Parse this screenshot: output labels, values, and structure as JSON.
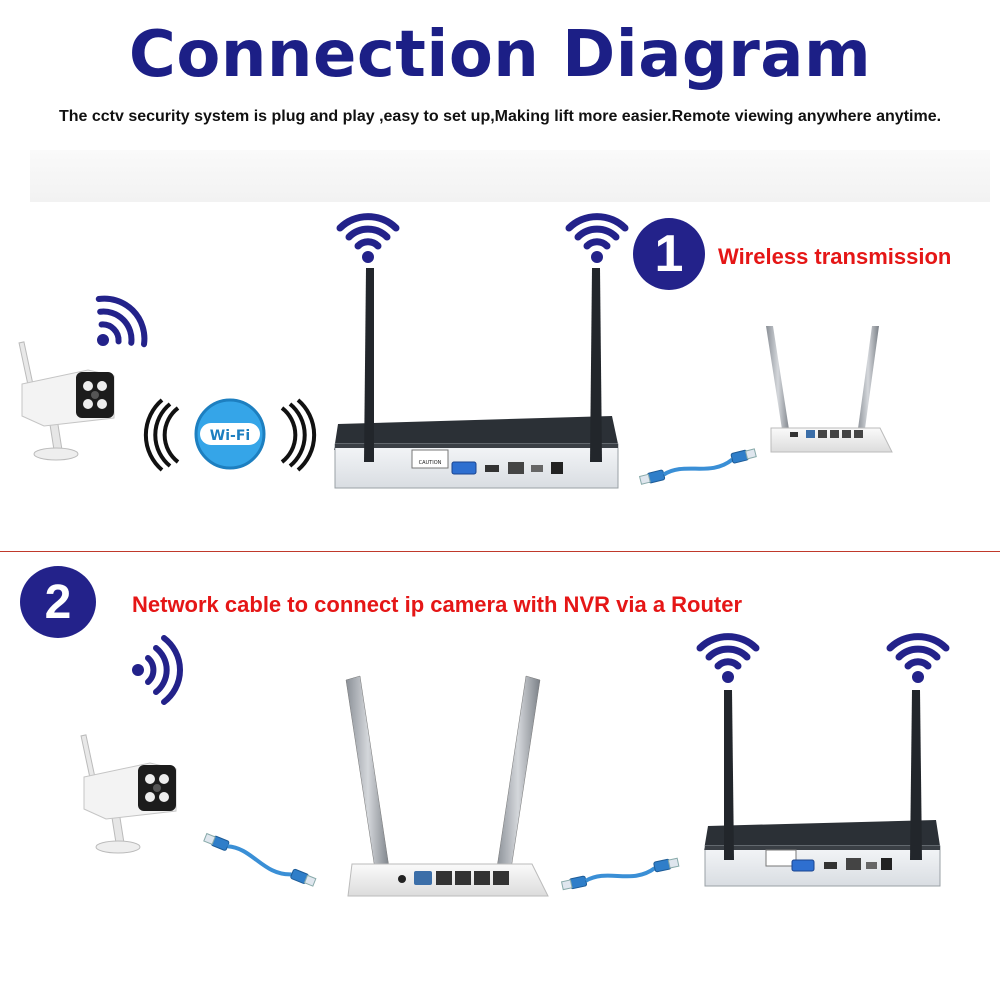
{
  "header": {
    "title": "Connection Diagram",
    "subtitle": "The cctv security system is plug and play ,easy to set up,Making lift more easier.Remote viewing anywhere anytime."
  },
  "step1": {
    "number": "1",
    "label": "Wireless transmission"
  },
  "step2": {
    "number": "2",
    "label": "Network cable to connect ip camera with NVR via a Router"
  },
  "wifi_badge": "Wi-Fi",
  "nvr_caution": "CAUTION",
  "colors": {
    "title": "#1c1f86",
    "badge": "#23228a",
    "label": "#e51616",
    "divider": "#c0392b",
    "cable": "#3a8fd6"
  },
  "icons": [
    "wifi-signal-icon",
    "camera-icon",
    "nvr-icon",
    "router-icon",
    "ethernet-cable-icon"
  ]
}
